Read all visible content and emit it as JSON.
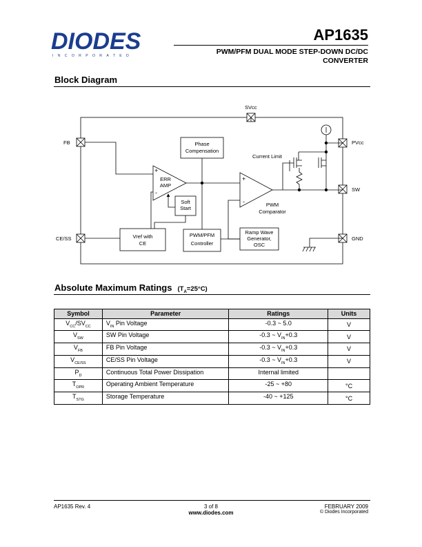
{
  "header": {
    "logo_text": "DIODES",
    "logo_sub": "INCORPORATED",
    "part_number": "AP1635",
    "subtitle_line1": "PWM/PFM DUAL MODE STEP-DOWN DC/DC",
    "subtitle_line2": "CONVERTER"
  },
  "block_diagram": {
    "title": "Block Diagram",
    "pins": {
      "svcc": "SVcc",
      "fb": "FB",
      "pvcc": "PVcc",
      "sw": "SW",
      "ce_ss": "CE/SS",
      "gnd": "GND"
    },
    "blocks": {
      "phase_comp_1": "Phase",
      "phase_comp_2": "Compensation",
      "err_amp_1": "ERR",
      "err_amp_2": "AMP",
      "soft_start_1": "Soft",
      "soft_start_2": "Start",
      "vref_1": "Vref with",
      "vref_2": "CE",
      "pwm_pfm_1": "PWM/PFM",
      "pwm_pfm_2": "Controller",
      "ramp_1": "Ramp Wave",
      "ramp_2": "Generator,",
      "ramp_3": "OSC",
      "pwm_comp_1": "PWM",
      "pwm_comp_2": "Comparator",
      "current_limit": "Current Limit",
      "plus": "+",
      "minus": "-"
    }
  },
  "ratings": {
    "title": "Absolute Maximum Ratings",
    "condition_pre": "(T",
    "condition_sub": "A",
    "condition_post": "=25°C)",
    "headers": [
      "Symbol",
      "Parameter",
      "Ratings",
      "Units"
    ],
    "rows": [
      {
        "sym": "V",
        "sym_sub": "CC",
        "sym2": "/SV",
        "sym2_sub": "CC",
        "param": "V",
        "param_sub": "IN",
        "param_rest": " Pin Voltage",
        "rating": "-0.3 ~ 5.0",
        "rating_sub": "",
        "rating_rest": "",
        "unit": "V"
      },
      {
        "sym": "V",
        "sym_sub": "SW",
        "sym2": "",
        "sym2_sub": "",
        "param": "SW Pin Voltage",
        "param_sub": "",
        "param_rest": "",
        "rating": "-0.3    ~    V",
        "rating_sub": "IN",
        "rating_rest": "+0.3",
        "unit": "V"
      },
      {
        "sym": "V",
        "sym_sub": "FB",
        "sym2": "",
        "sym2_sub": "",
        "param": "FB Pin Voltage",
        "param_sub": "",
        "param_rest": "",
        "rating": "-0.3    ~    V",
        "rating_sub": "IN",
        "rating_rest": "+0.3",
        "unit": "V"
      },
      {
        "sym": "V",
        "sym_sub": "CE/SS",
        "sym2": "",
        "sym2_sub": "",
        "param": "CE/SS Pin Voltage",
        "param_sub": "",
        "param_rest": "",
        "rating": "-0.3    ~    V",
        "rating_sub": "IN",
        "rating_rest": "+0.3",
        "unit": "V"
      },
      {
        "sym": "P",
        "sym_sub": "D",
        "sym2": "",
        "sym2_sub": "",
        "param": "Continuous Total Power Dissipation",
        "param_sub": "",
        "param_rest": "",
        "rating": "Internal limited",
        "rating_sub": "",
        "rating_rest": "",
        "unit": ""
      },
      {
        "sym": "T",
        "sym_sub": "OPR",
        "sym2": "",
        "sym2_sub": "",
        "param": "Operating Ambient Temperature",
        "param_sub": "",
        "param_rest": "",
        "rating": "-25 ~ +80",
        "rating_sub": "",
        "rating_rest": "",
        "unit": "°C"
      },
      {
        "sym": "T",
        "sym_sub": "STG",
        "sym2": "",
        "sym2_sub": "",
        "param": "Storage Temperature",
        "param_sub": "",
        "param_rest": "",
        "rating": "-40 ~ +125",
        "rating_sub": "",
        "rating_rest": "",
        "unit": "°C"
      }
    ]
  },
  "footer": {
    "doc_rev": "AP1635 Rev. 4",
    "page": "3 of 8",
    "website": "www.diodes.com",
    "date": "FEBRUARY 2009",
    "copyright": "© Diodes Incorporated"
  },
  "colors": {
    "logo_blue": "#1a3d8f",
    "header_gray": "#d9d9d9"
  }
}
